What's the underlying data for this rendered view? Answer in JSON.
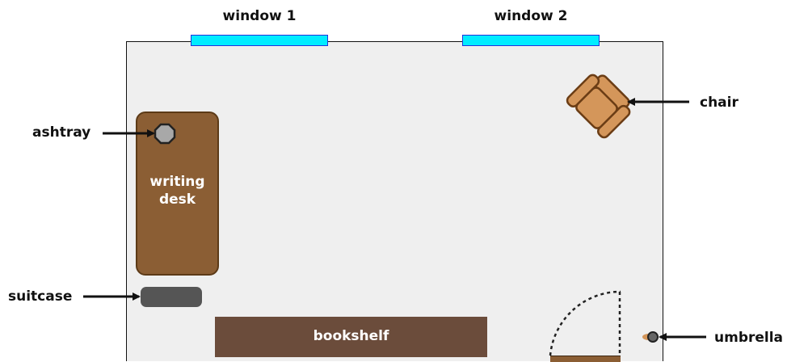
{
  "labels": {
    "window1": "window 1",
    "window2": "window 2",
    "chair": "chair",
    "ashtray": "ashtray",
    "writing_desk": "writing desk",
    "suitcase": "suitcase",
    "bookshelf": "bookshelf",
    "umbrella": "umbrella"
  },
  "colors": {
    "window": "#00ecff",
    "wood": "#8b5e34",
    "bookshelf": "#6b4c3b",
    "suitcase": "#555555",
    "chair": "#d4965a",
    "ashtray": "#a8a8a8",
    "floor": "#efefef"
  }
}
